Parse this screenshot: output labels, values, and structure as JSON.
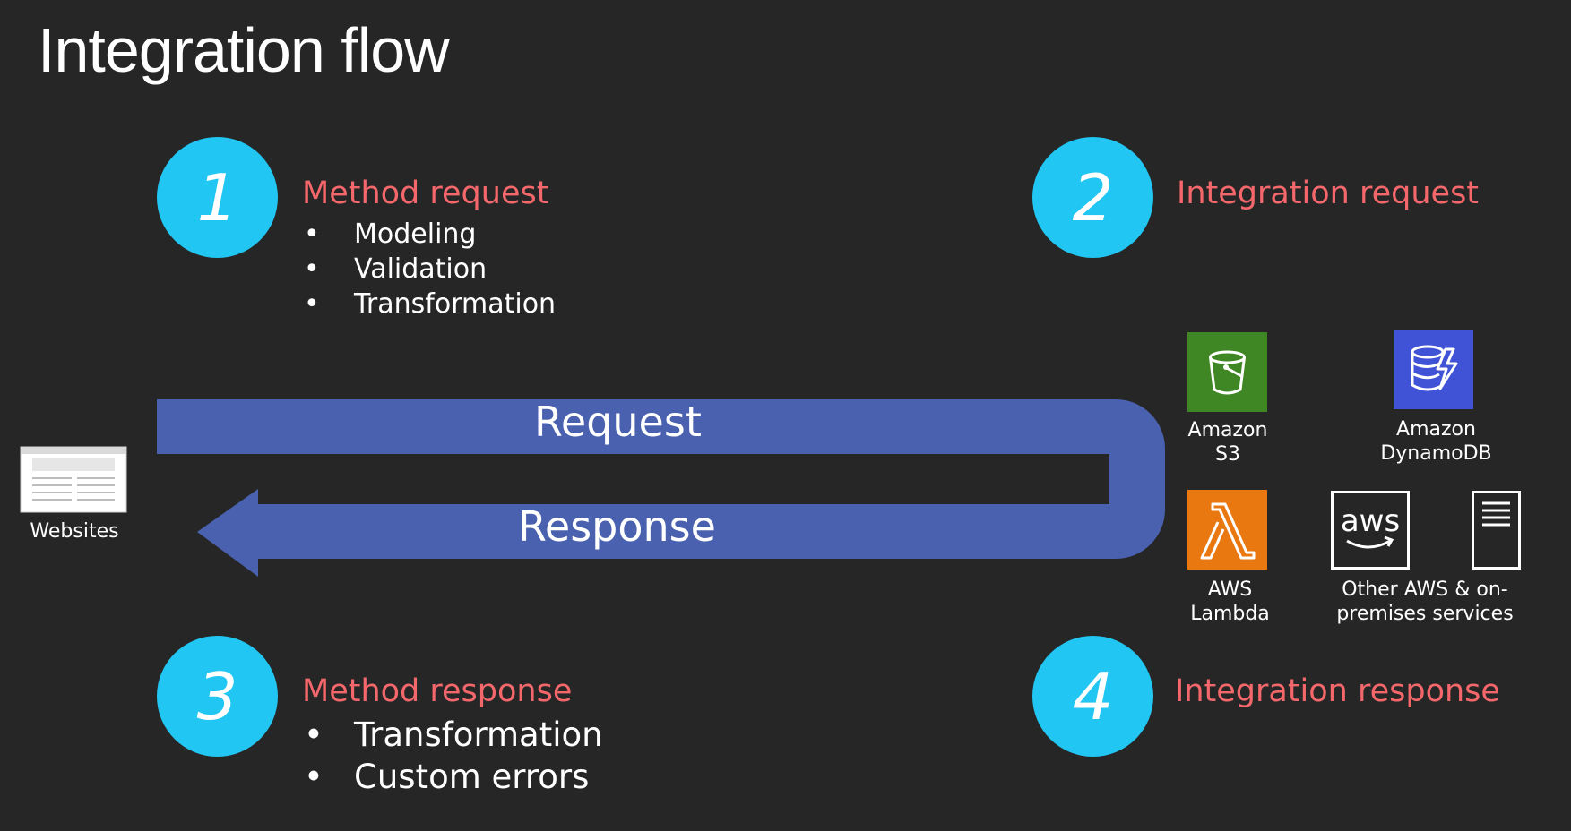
{
  "title": "Integration flow",
  "steps": [
    {
      "number": "1",
      "title": "Method request",
      "bullets": [
        "Modeling",
        "Validation",
        "Transformation"
      ]
    },
    {
      "number": "2",
      "title": "Integration request",
      "bullets": []
    },
    {
      "number": "3",
      "title": "Method response",
      "bullets": [
        "Transformation",
        "Custom errors"
      ]
    },
    {
      "number": "4",
      "title": "Integration response",
      "bullets": []
    }
  ],
  "flow": {
    "request_label": "Request",
    "response_label": "Response",
    "arrow_color": "#4961ae"
  },
  "client": {
    "label": "Websites",
    "icon": "browser-window-icon"
  },
  "services": {
    "s3": {
      "label_line1": "Amazon",
      "label_line2": "S3",
      "icon": "s3-bucket-icon",
      "color": "#3f8624"
    },
    "dynamodb": {
      "label_line1": "Amazon",
      "label_line2": "DynamoDB",
      "icon": "dynamodb-icon",
      "color": "#4053d6"
    },
    "lambda": {
      "label_line1": "AWS",
      "label_line2": "Lambda",
      "icon": "lambda-icon",
      "color": "#e8780f"
    },
    "other": {
      "label_line1": "Other AWS & on-",
      "label_line2": "premises services",
      "aws_logo_text": "aws",
      "icons": [
        "aws-logo-icon",
        "server-icon"
      ]
    }
  },
  "colors": {
    "background": "#262626",
    "step_circle": "#21c6f2",
    "step_title": "#f4676b"
  }
}
